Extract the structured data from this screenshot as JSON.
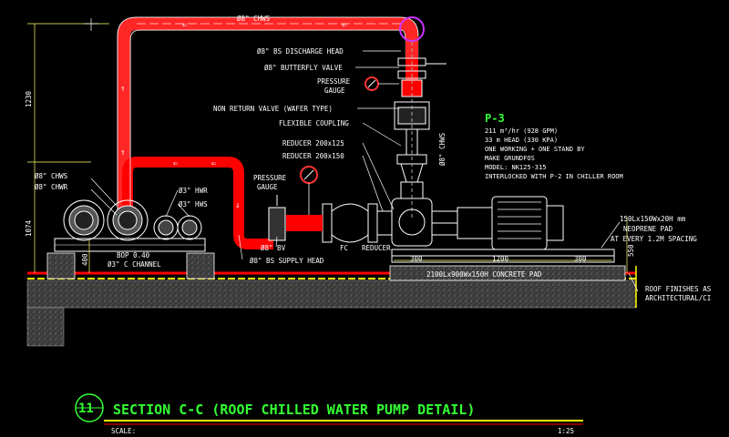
{
  "colors": {
    "background": "#000000",
    "pipe": "#ff0000",
    "outline": "#ffffff",
    "text": "#ffffff",
    "pump_title": "#33ff33",
    "dimension": "#ffff66",
    "title_underline": "#ffff00",
    "roof_finish": "#ffff00",
    "concrete": "#555555",
    "marker_circle": "#cc33ff"
  },
  "labels": {
    "top_pipe": "Ø8\" CHWS",
    "discharge_head": "Ø8\" BS DISCHARGE HEAD",
    "butterfly_valve": "Ø8\" BUTTERFLY VALVE",
    "pressure_gauge_1a": "PRESSURE",
    "pressure_gauge_1b": "GAUGE",
    "non_return_valve": "NON RETURN VALVE (WAFER TYPE)",
    "flexible_coupling": "FLEXIBLE COUPLING",
    "reducer_1": "REDUCER 200x125",
    "reducer_2": "REDUCER 200x150",
    "pressure_gauge_2a": "PRESSURE",
    "pressure_gauge_2b": "GAUGE",
    "vertical_chws": "Ø8\" CHWS",
    "chws_8": "Ø8\" CHWS",
    "chwr_8": "Ø8\" CHWR",
    "hwr_3": "Ø3\" HWR",
    "hws_3": "Ø3\" HWS",
    "bop": "BOP 0.40",
    "c_channel": "Ø3\" C CHANNEL",
    "bv": "Ø8\" BV",
    "supply_head": "Ø8\" BS SUPPLY HEAD",
    "fc": "FC",
    "reducer_3": "REDUCER",
    "neoprene_1": "150Lx150Wx20H mm",
    "neoprene_2": "NEOPRENE PAD",
    "neoprene_3": "AT EVERY 1.2M SPACING",
    "concrete_pad": "2100Lx900Wx150H CONCRETE PAD",
    "roof_1": "ROOF FINISHES AS",
    "roof_2": "ARCHITECTURAL/CI"
  },
  "dimensions": {
    "d1230": "1230",
    "d1074": "1074",
    "d400": "400",
    "d300a": "300",
    "d1200": "1200",
    "d300b": "300",
    "d550": "550"
  },
  "pump_spec": {
    "title": "P-3",
    "line1": "211 m³/hr (928 GPM)",
    "line2": "33 m HEAD (330 KPA)",
    "line3": "ONE WORKING + ONE STAND BY",
    "line4": "MAKE GRUNDFOS",
    "line5": "MODEL: NK125-315",
    "line6": "INTERLOCKED WITH P-2 IN CHILLER ROOM"
  },
  "title_block": {
    "number": "11",
    "title": "SECTION C-C (ROOF CHILLED WATER PUMP DETAIL)",
    "scale_label": "SCALE:",
    "scale_value": "1:25"
  }
}
